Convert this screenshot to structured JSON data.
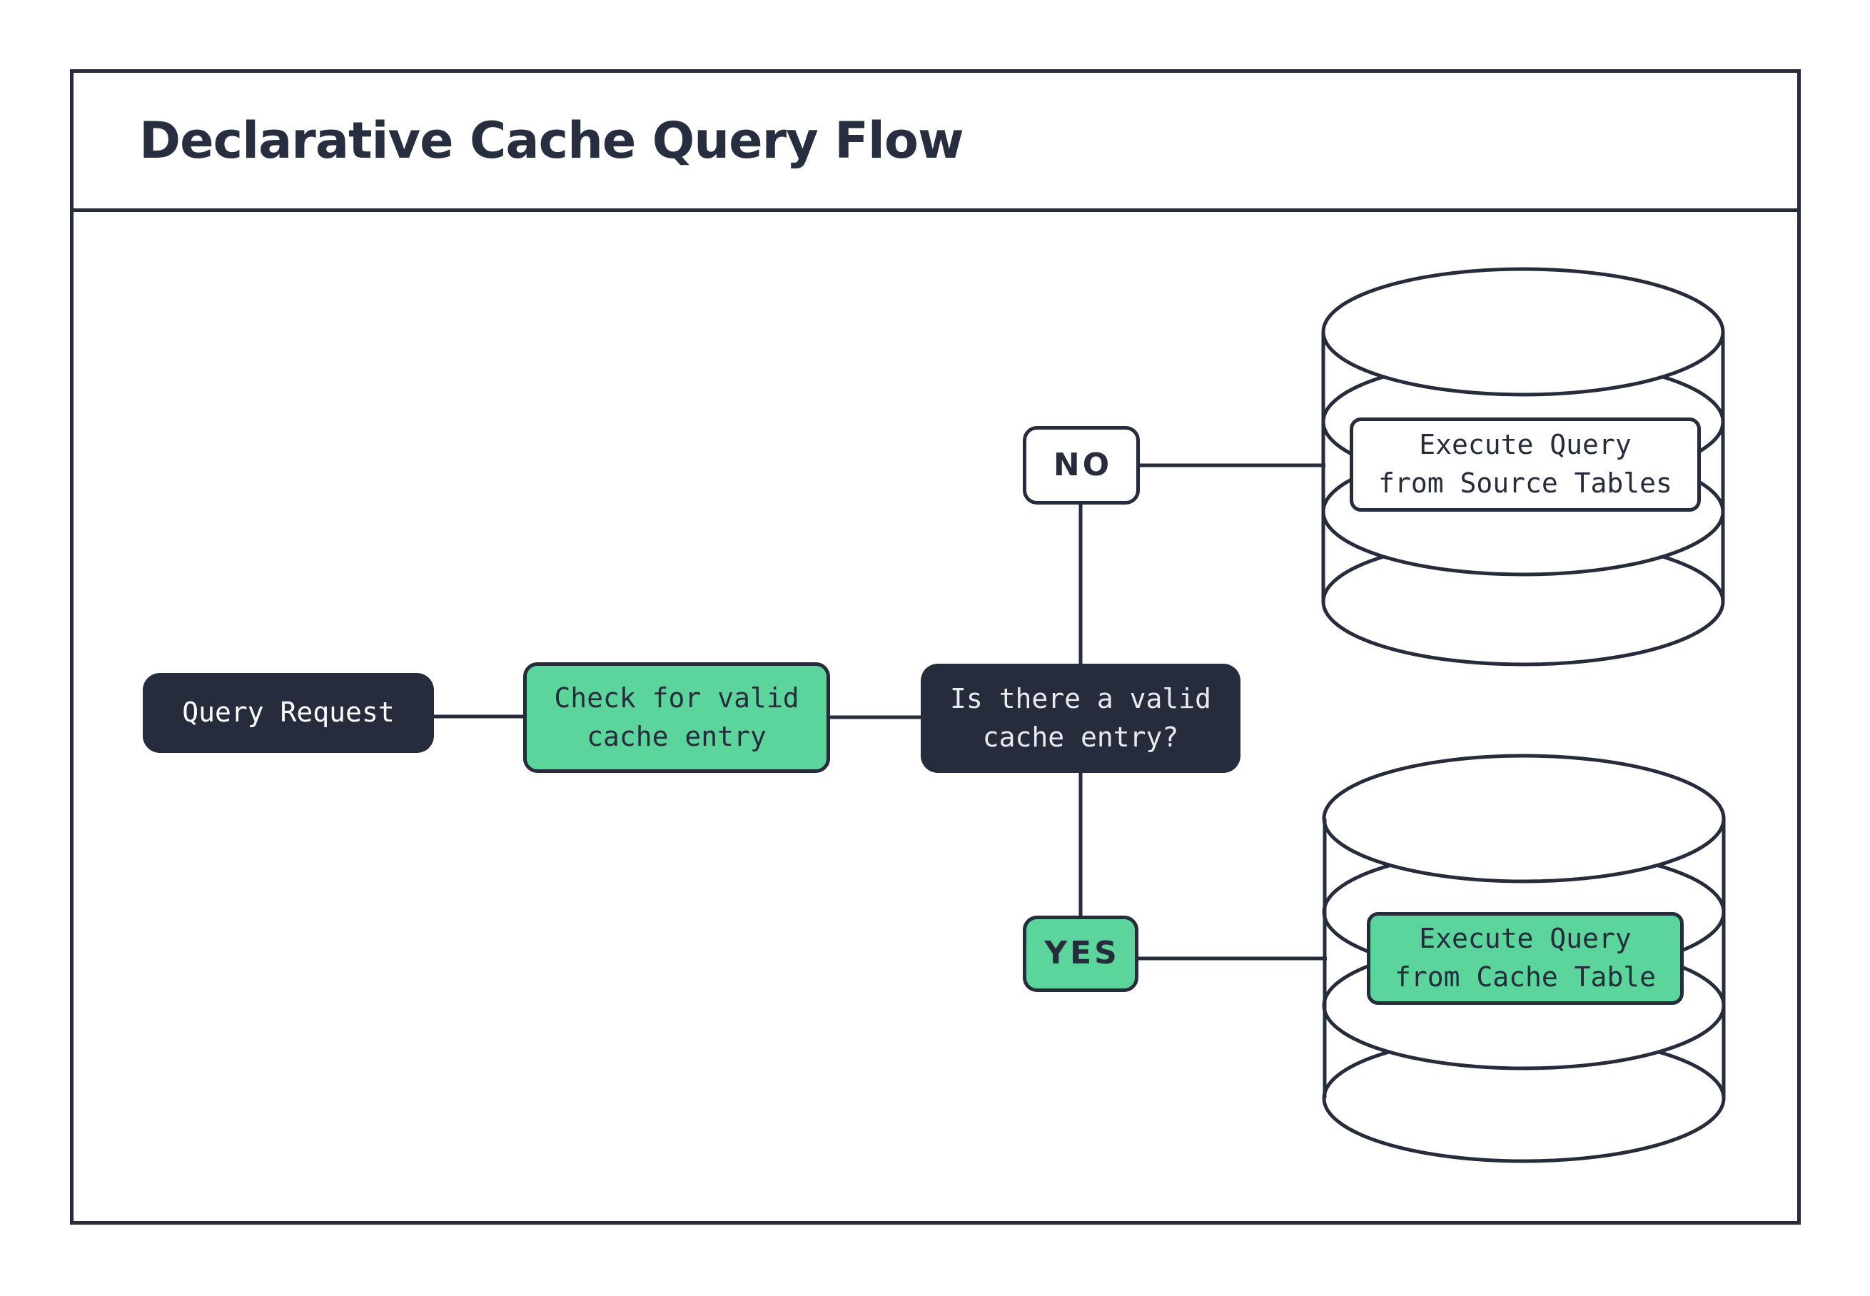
{
  "title": "Declarative Cache Query Flow",
  "colors": {
    "navy": "#262C3C",
    "green": "#5CD59D",
    "text_on_dark": "#E9EAEE",
    "white": "#FFFFFF"
  },
  "nodes": {
    "query_request": {
      "label": "Query Request"
    },
    "check_cache": {
      "label": "Check for valid\ncache entry"
    },
    "decision": {
      "label": "Is there a valid\ncache entry?"
    },
    "no_edge": {
      "label": "NO"
    },
    "yes_edge": {
      "label": "YES"
    },
    "execute_source": {
      "label": "Execute Query\nfrom Source Tables"
    },
    "execute_cache": {
      "label": "Execute Query\nfrom Cache Table"
    }
  },
  "icons": {
    "source_database": "database-cylinder",
    "cache_database": "database-cylinder"
  }
}
